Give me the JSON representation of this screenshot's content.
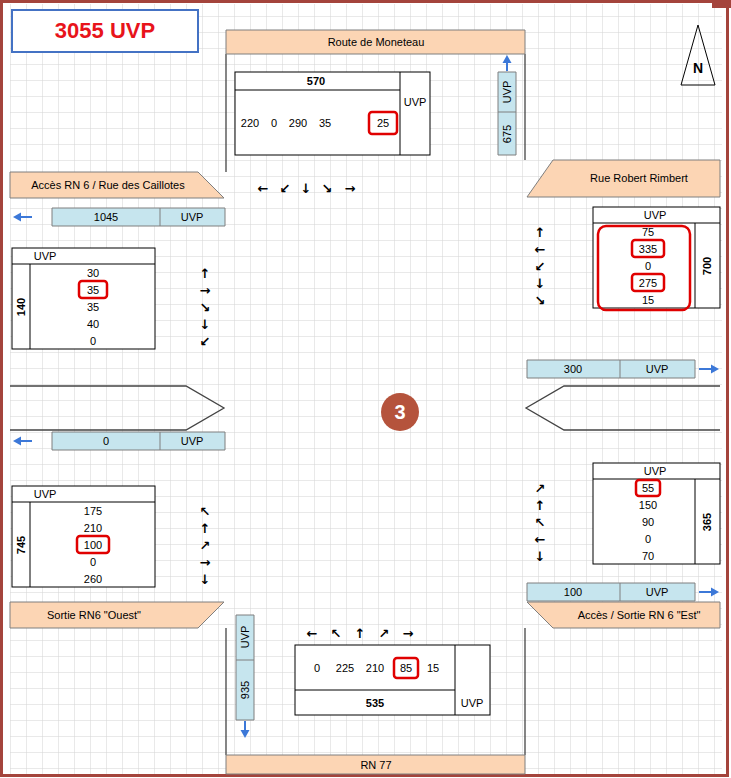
{
  "diagram": {
    "nodes": [
      {
        "text": [
          "3055 UVP"
        ]
      },
      {
        "text": [
          "Route de Moneteau"
        ]
      },
      {
        "text": [
          "UVP",
          "675"
        ]
      },
      {
        "text": [
          "Accès RN 6 / Rue des Caillotes"
        ]
      },
      {
        "text": [
          "Rue Robert Rimbert"
        ]
      },
      {
        "text": [
          "1045",
          "UVP"
        ]
      },
      {
        "text": [
          "300",
          "UVP"
        ]
      },
      {
        "text": [
          "3"
        ]
      },
      {
        "text": [
          "0",
          "UVP"
        ]
      },
      {
        "text": [
          "100",
          "UVP"
        ]
      },
      {
        "text": [
          "Sortie RN6 \"Ouest\""
        ]
      },
      {
        "text": [
          "Accès / Sortie RN 6 \"Est\""
        ]
      },
      {
        "text": [
          "UVP",
          "935"
        ]
      },
      {
        "text": [
          "RN 77"
        ]
      }
    ],
    "labels": [
      "570",
      "220",
      "0",
      "290",
      "35",
      "25",
      "UVP",
      "←",
      "↙",
      "↓",
      "↘",
      "→",
      "N",
      "UVP",
      "30",
      "35",
      "35",
      "40",
      "0",
      "140",
      "↑",
      "→",
      "↘",
      "↓",
      "↙",
      "↑",
      "←",
      "↙",
      "↓",
      "↘",
      "UVP",
      "75",
      "335",
      "0",
      "275",
      "15",
      "700",
      "↗",
      "↑",
      "↖",
      "←",
      "↓",
      "UVP",
      "55",
      "150",
      "90",
      "0",
      "70",
      "365",
      "UVP",
      "175",
      "210",
      "100",
      "0",
      "260",
      "745",
      "↖",
      "↑",
      "↗",
      "→",
      "↓",
      "←",
      "↖",
      "↑",
      "↗",
      "→",
      "0",
      "225",
      "210",
      "85",
      "15",
      "UVP",
      "535"
    ]
  }
}
